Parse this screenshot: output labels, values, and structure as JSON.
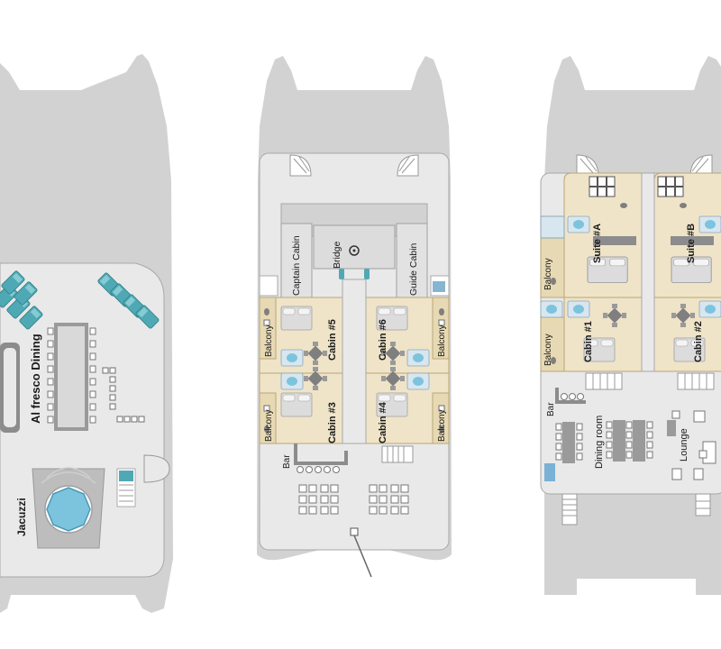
{
  "colors": {
    "hull": "#d2d2d2",
    "deck": "#e9e9e9",
    "deck_outline": "#a8a8a8",
    "cabin": "#efe4c8",
    "balcony": "#e7d9b4",
    "bed": "#dcdcdc",
    "bath": "#d8e6ef",
    "water": "#7cc3de",
    "furniture": "#7f7f7f",
    "lounger": "#4fa9b4",
    "text": "#1a1a1a"
  },
  "icons": [
    "jacuzzi-icon",
    "stairs-icon",
    "lounger-icon",
    "bed-icon",
    "toilet-icon",
    "shower-icon",
    "helm-icon",
    "anchor-icon"
  ],
  "sun_deck": {
    "dining_label": "Al fresco Dining",
    "jacuzzi_label": "Jacuzzi"
  },
  "upper_deck": {
    "captain_cabin": "Captain Cabin",
    "bridge": "Bridge",
    "guide_cabin": "Guide Cabin",
    "cabins": [
      "Cabin #5",
      "Cabin #6",
      "Cabin #3",
      "Cabin #4"
    ],
    "balcony": "Balcony",
    "bar": "Bar"
  },
  "main_deck": {
    "suites": [
      "Suite #A",
      "Suite #B"
    ],
    "cabins": [
      "Cabin #1",
      "Cabin #2"
    ],
    "balcony": "Balcony",
    "bar": "Bar",
    "dining_room": "Dining room",
    "lounge": "Lounge"
  }
}
